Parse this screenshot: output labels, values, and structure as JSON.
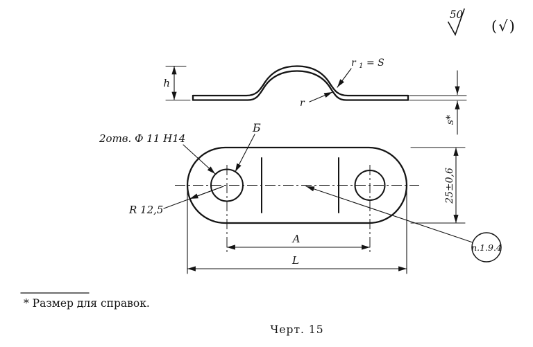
{
  "drawing": {
    "background": "#ffffff",
    "ink": "#141414"
  },
  "roughness": {
    "value": "50",
    "secondary": "(√)"
  },
  "side_view": {
    "height_dim": "h",
    "radius1": {
      "base": "r",
      "sub": "1",
      "rest": "= S"
    },
    "radius": "r",
    "thickness_dim": "s*"
  },
  "plan_view": {
    "holes_note": "2отв. Ф 11 Н14",
    "section_label": "Б",
    "end_radius": "R 12,5",
    "width_dim": "25±0,6",
    "centers_dim": "A",
    "length_dim": "L",
    "ref_callout": "п.1.9.4"
  },
  "footnote": "* Размер для справок.",
  "caption": "Черт. 15"
}
